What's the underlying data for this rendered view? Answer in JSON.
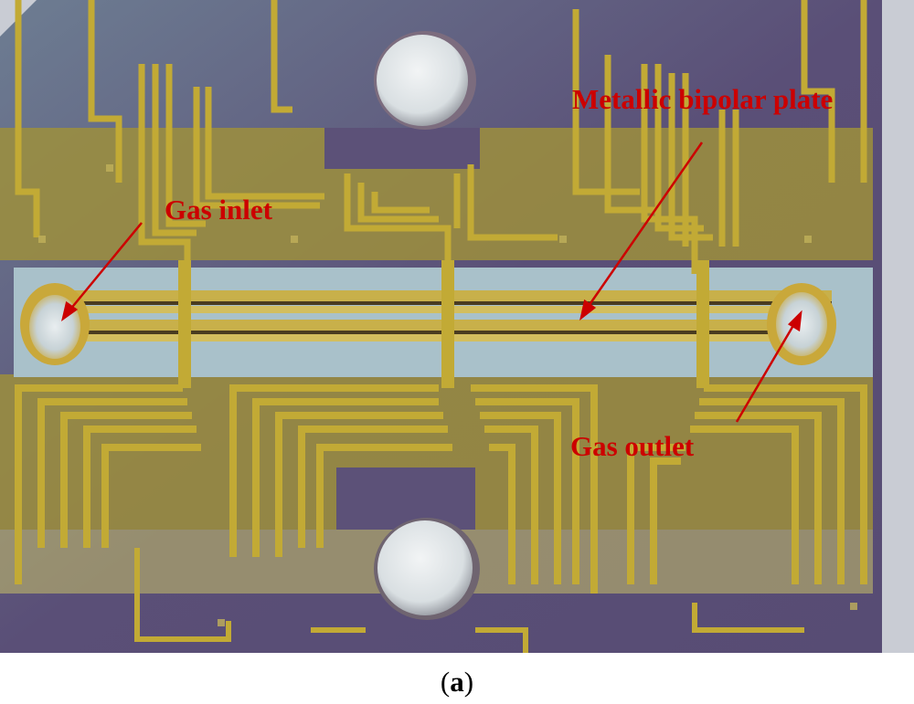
{
  "photo": {
    "description_icon": "pcb-plate-photo",
    "colors": {
      "substrate": "#5b4f78",
      "gold_trace": "#b8a22a",
      "gold_bright": "#d8c24a",
      "channel_bg": "#a7c0c9",
      "hole": "#e4e8ea",
      "wafer_edge": "#5d6a7e"
    }
  },
  "labels": {
    "metallic_bipolar_plate": "Metallic bipolar plate",
    "gas_inlet": "Gas inlet",
    "gas_outlet": "Gas outlet",
    "color": "#cc0000"
  },
  "caption": {
    "open": "(",
    "letter": "a",
    "close": ")"
  }
}
